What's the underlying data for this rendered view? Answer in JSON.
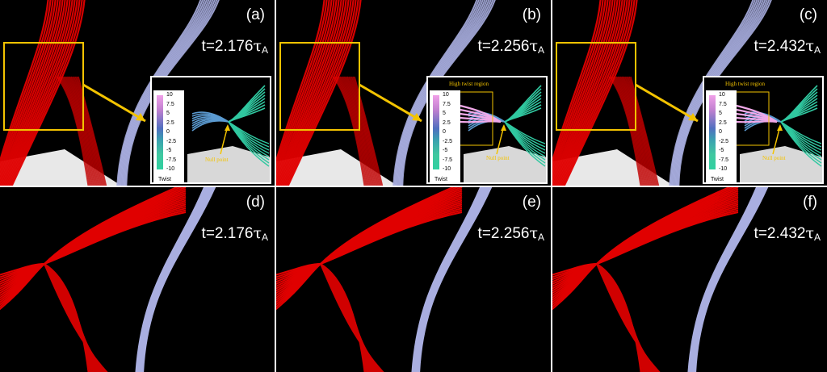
{
  "panels": [
    {
      "label": "(a)",
      "time_value": "t=2.176",
      "time_unit": "A",
      "inset": true,
      "high_twist": false
    },
    {
      "label": "(b)",
      "time_value": "t=2.256",
      "time_unit": "A",
      "inset": true,
      "high_twist": true
    },
    {
      "label": "(c)",
      "time_value": "t=2.432",
      "time_unit": "A",
      "inset": true,
      "high_twist": true
    },
    {
      "label": "(d)",
      "time_value": "t=2.176",
      "time_unit": "A",
      "inset": false,
      "high_twist": false
    },
    {
      "label": "(e)",
      "time_value": "t=2.256",
      "time_unit": "A",
      "inset": false,
      "high_twist": false
    },
    {
      "label": "(f)",
      "time_value": "t=2.432",
      "time_unit": "A",
      "inset": false,
      "high_twist": false
    }
  ],
  "tau_symbol": "τ",
  "colorbar": {
    "title": "Twist",
    "ticks": [
      "10",
      "7.5",
      "5",
      "2.5",
      "0",
      "-2.5",
      "-5",
      "-7.5",
      "-10"
    ]
  },
  "inset_labels": {
    "null_point": "Null point",
    "high_twist": "High  twist region"
  },
  "colors": {
    "red_fieldlines": "#e00000",
    "blue_fieldlines": "#a9aee0",
    "zoom_box": "#f3c300",
    "arrow": "#f3c300"
  }
}
